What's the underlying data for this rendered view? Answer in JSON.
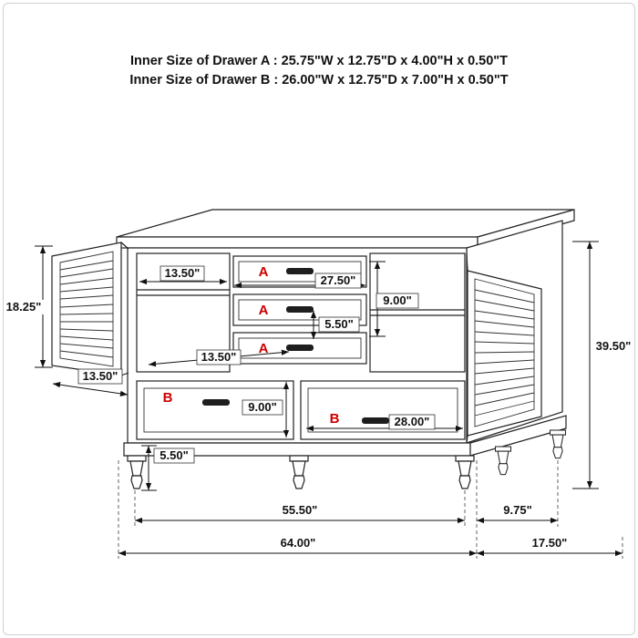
{
  "meta": {
    "background": "#ffffff",
    "accent_red": "#cc0000",
    "line_color": "#222222"
  },
  "header": {
    "line1": "Inner Size of Drawer A : 25.75\"W x 12.75\"D x 4.00\"H x 0.50\"T",
    "line2": "Inner Size of Drawer B : 26.00\"W x 12.75\"D x 7.00\"H x 0.50\"T"
  },
  "labels": {
    "a": "A",
    "b": "B"
  },
  "dims": {
    "door_height": "18.25\"",
    "shelf_width": "13.50\"",
    "drawer_a_width": "27.50\"",
    "stack_height": "9.00\"",
    "drawer_gap": "5.50\"",
    "shelf_depth": "13.50\"",
    "door_width": "13.50\"",
    "drawer_b_height": "9.00\"",
    "drawer_b_width": "28.00\"",
    "leg_height": "5.50\"",
    "overall_height": "39.50\"",
    "foot_span": "55.50\"",
    "side_foot_depth": "9.75\"",
    "overall_width": "64.00\"",
    "overall_depth": "17.50\""
  }
}
